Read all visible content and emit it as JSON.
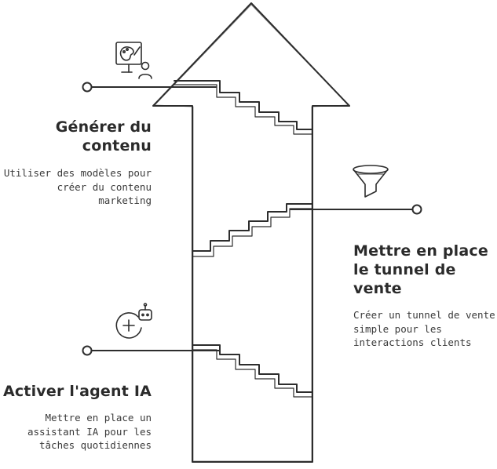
{
  "steps": [
    {
      "id": "generer",
      "title_lines": [
        "Générer du",
        "contenu"
      ],
      "desc_lines": [
        "Utiliser des modèles pour",
        "créer du contenu",
        "marketing"
      ],
      "icon": "content-design-icon"
    },
    {
      "id": "tunnel",
      "title_lines": [
        "Mettre en place",
        "le tunnel de",
        "vente"
      ],
      "desc_lines": [
        "Créer un tunnel de vente",
        "simple pour les",
        "interactions clients"
      ],
      "icon": "funnel-icon"
    },
    {
      "id": "agent",
      "title_lines": [
        "Activer l'agent IA"
      ],
      "desc_lines": [
        "Mettre en place un",
        "assistant IA pour les",
        "tâches quotidiennes"
      ],
      "icon": "ai-robot-icon"
    }
  ],
  "colors": {
    "stroke": "#2d2d2d",
    "text": "#2b2b2b",
    "background": "#ffffff"
  }
}
